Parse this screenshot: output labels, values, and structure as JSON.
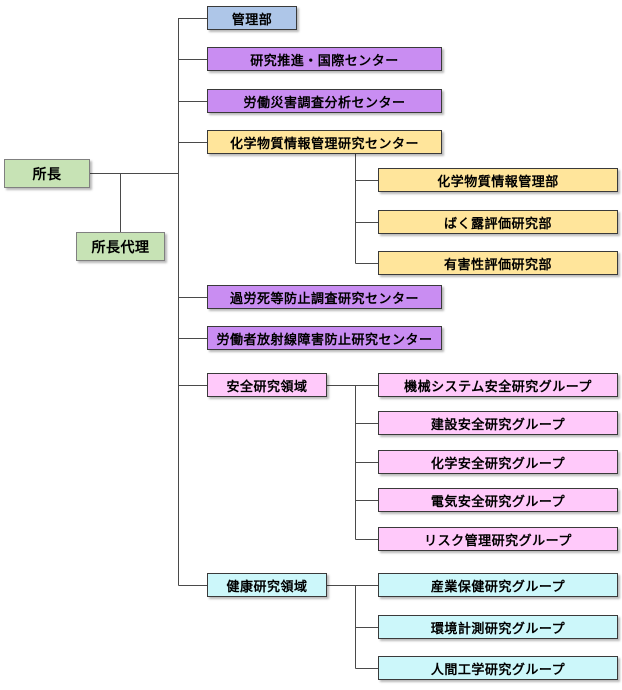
{
  "palette": {
    "director_green": "#C7E3B5",
    "admin_blue": "#AEC6E8",
    "center_purple": "#C98DF2",
    "chemical_yellow": "#FFE59B",
    "safety_pink": "#FFC9FA",
    "health_cyan": "#CCF7FA",
    "connector_gray": "#4A4A4A",
    "text_black": "#000000"
  },
  "org": {
    "director": "所長",
    "deputy_director": "所長代理",
    "departments": [
      {
        "label": "管理部"
      },
      {
        "label": "研究推進・国際センター"
      },
      {
        "label": "労働災害調査分析センター"
      },
      {
        "label": "化学物質情報管理研究センター",
        "children": [
          "化学物質情報管理部",
          "ばく露評価研究部",
          "有害性評価研究部"
        ]
      },
      {
        "label": "過労死等防止調査研究センター"
      },
      {
        "label": "労働者放射線障害防止研究センター"
      },
      {
        "label": "安全研究領域",
        "children": [
          "機械システム安全研究グループ",
          "建設安全研究グループ",
          "化学安全研究グループ",
          "電気安全研究グループ",
          "リスク管理研究グループ"
        ]
      },
      {
        "label": "健康研究領域",
        "children": [
          "産業保健研究グループ",
          "環境計測研究グループ",
          "人間工学研究グループ"
        ]
      }
    ]
  }
}
